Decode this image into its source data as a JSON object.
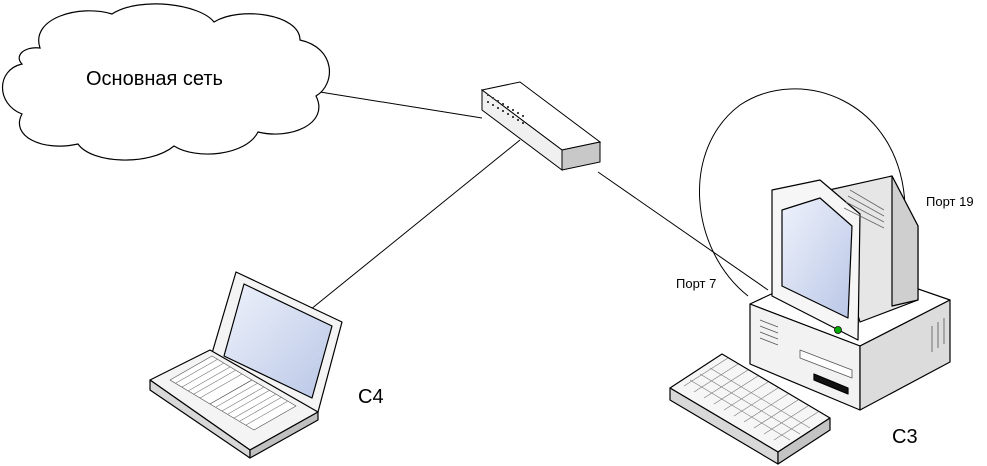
{
  "cloud": {
    "label": "Основная сеть"
  },
  "laptop": {
    "label": "С4"
  },
  "pc": {
    "label": "С3"
  },
  "ports": {
    "port_a": "Порт 19",
    "port_b": "Порт 7"
  },
  "colors": {
    "line": "#000000",
    "device_fill": "#ffffff",
    "device_shade": "#e8e8e8",
    "device_dark": "#c8c8c8",
    "screen_fill": "#d7dff2",
    "led": "#00aa00"
  }
}
